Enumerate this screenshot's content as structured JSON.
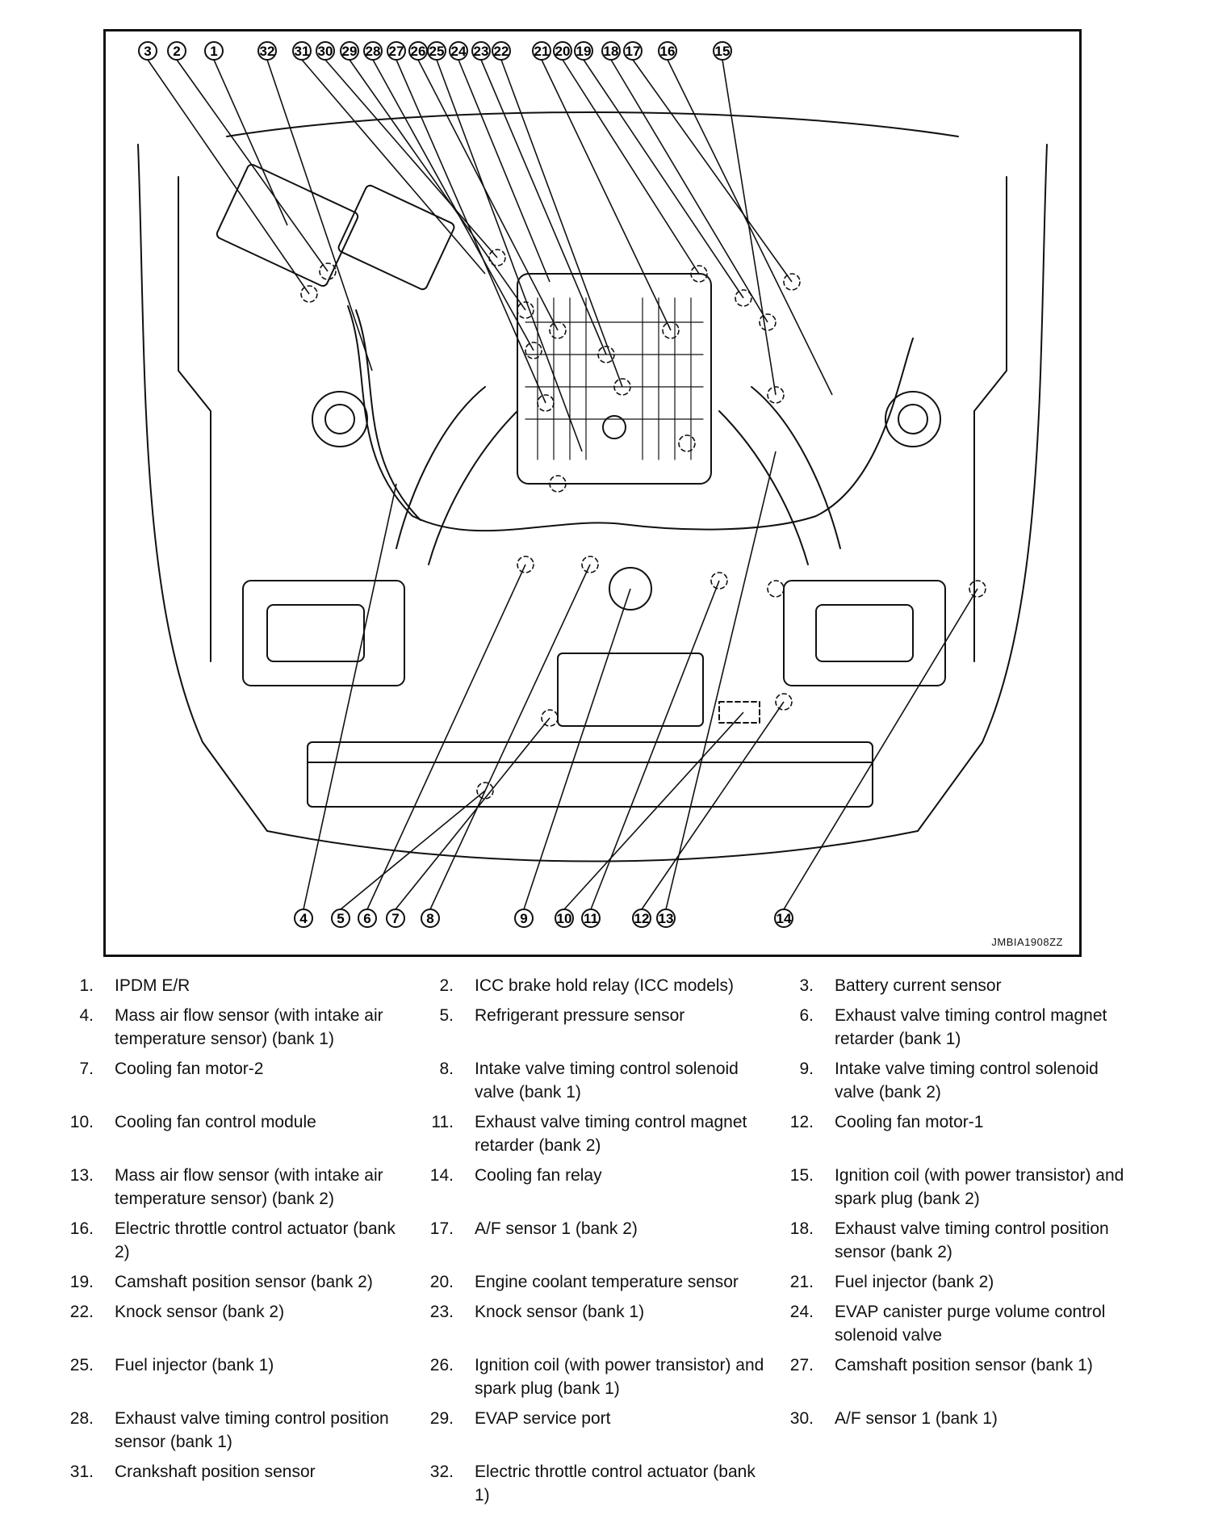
{
  "figure": {
    "id": "JMBIA1908ZZ",
    "callouts_top": [
      "3",
      "2",
      "1",
      "32",
      "31",
      "30",
      "29",
      "28",
      "27",
      "26",
      "25",
      "24",
      "23",
      "22",
      "21",
      "20",
      "19",
      "18",
      "17",
      "16",
      "15"
    ],
    "callouts_bottom": [
      "4",
      "5",
      "6",
      "7",
      "8",
      "9",
      "10",
      "11",
      "12",
      "13",
      "14"
    ]
  },
  "legend": {
    "rows": [
      [
        {
          "num": "1.",
          "label": "IPDM E/R"
        },
        {
          "num": "2.",
          "label": "ICC brake hold relay (ICC models)"
        },
        {
          "num": "3.",
          "label": "Battery current sensor"
        }
      ],
      [
        {
          "num": "4.",
          "label": "Mass air flow sensor (with intake air temperature sensor) (bank 1)"
        },
        {
          "num": "5.",
          "label": "Refrigerant pressure sensor"
        },
        {
          "num": "6.",
          "label": "Exhaust valve timing control magnet retarder (bank 1)"
        }
      ],
      [
        {
          "num": "7.",
          "label": "Cooling fan motor-2"
        },
        {
          "num": "8.",
          "label": "Intake valve timing control solenoid valve (bank 1)"
        },
        {
          "num": "9.",
          "label": "Intake valve timing control solenoid valve (bank 2)"
        }
      ],
      [
        {
          "num": "10.",
          "label": "Cooling fan control module"
        },
        {
          "num": "11.",
          "label": "Exhaust valve timing control magnet retarder (bank 2)"
        },
        {
          "num": "12.",
          "label": "Cooling fan motor-1"
        }
      ],
      [
        {
          "num": "13.",
          "label": "Mass air flow sensor (with intake air temperature sensor) (bank 2)"
        },
        {
          "num": "14.",
          "label": "Cooling fan relay"
        },
        {
          "num": "15.",
          "label": "Ignition coil (with power transistor) and spark plug (bank 2)"
        }
      ],
      [
        {
          "num": "16.",
          "label": "Electric throttle control actuator (bank 2)"
        },
        {
          "num": "17.",
          "label": "A/F sensor 1 (bank 2)"
        },
        {
          "num": "18.",
          "label": "Exhaust valve timing control position sensor (bank 2)"
        }
      ],
      [
        {
          "num": "19.",
          "label": "Camshaft position sensor (bank 2)"
        },
        {
          "num": "20.",
          "label": "Engine coolant temperature sensor"
        },
        {
          "num": "21.",
          "label": "Fuel injector (bank 2)"
        }
      ],
      [
        {
          "num": "22.",
          "label": "Knock sensor (bank 2)"
        },
        {
          "num": "23.",
          "label": "Knock sensor (bank 1)"
        },
        {
          "num": "24.",
          "label": "EVAP canister purge volume control solenoid valve"
        }
      ],
      [
        {
          "num": "25.",
          "label": "Fuel injector (bank 1)"
        },
        {
          "num": "26.",
          "label": "Ignition coil (with power transistor) and spark plug (bank 1)"
        },
        {
          "num": "27.",
          "label": "Camshaft position sensor (bank 1)"
        }
      ],
      [
        {
          "num": "28.",
          "label": "Exhaust valve timing control position sensor (bank 1)"
        },
        {
          "num": "29.",
          "label": "EVAP service port"
        },
        {
          "num": "30.",
          "label": "A/F sensor 1 (bank 1)"
        }
      ],
      [
        {
          "num": "31.",
          "label": "Crankshaft position sensor"
        },
        {
          "num": "32.",
          "label": "Electric throttle control actuator (bank 1)"
        },
        {
          "num": "",
          "label": ""
        }
      ]
    ]
  }
}
